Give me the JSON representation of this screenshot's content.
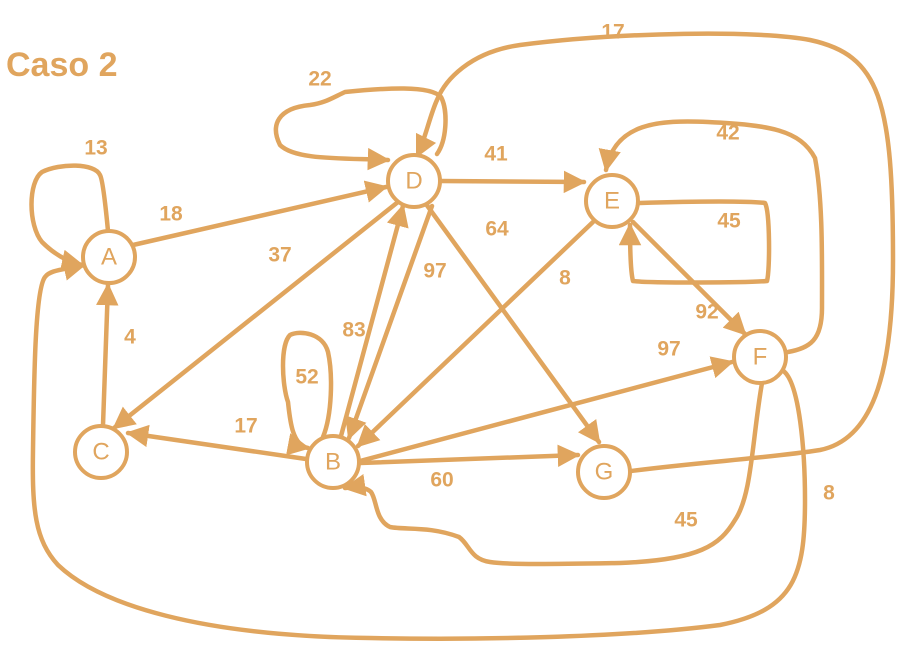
{
  "title": "Caso 2",
  "accent_color": "#e0a55e",
  "nodes": [
    {
      "id": "A",
      "label": "A"
    },
    {
      "id": "B",
      "label": "B"
    },
    {
      "id": "C",
      "label": "C"
    },
    {
      "id": "D",
      "label": "D"
    },
    {
      "id": "E",
      "label": "E"
    },
    {
      "id": "F",
      "label": "F"
    },
    {
      "id": "G",
      "label": "G"
    }
  ],
  "edges": [
    {
      "id": "A-A",
      "from": "A",
      "to": "A",
      "weight": "13"
    },
    {
      "id": "A-D",
      "from": "A",
      "to": "D",
      "weight": "18"
    },
    {
      "id": "C-A",
      "from": "C",
      "to": "A",
      "weight": "4"
    },
    {
      "id": "D-D",
      "from": "D",
      "to": "D",
      "weight": "22"
    },
    {
      "id": "D-C",
      "from": "D",
      "to": "C",
      "weight": "37"
    },
    {
      "id": "D-E",
      "from": "D",
      "to": "E",
      "weight": "41"
    },
    {
      "id": "D-G",
      "from": "D",
      "to": "G",
      "weight": "64"
    },
    {
      "id": "D-B",
      "from": "D",
      "to": "B",
      "weight": "97"
    },
    {
      "id": "B-D",
      "from": "B",
      "to": "D",
      "weight": "83"
    },
    {
      "id": "B-B",
      "from": "B",
      "to": "B",
      "weight": "52"
    },
    {
      "id": "B-C",
      "from": "B",
      "to": "C",
      "weight": "17"
    },
    {
      "id": "B-G",
      "from": "B",
      "to": "G",
      "weight": "60"
    },
    {
      "id": "B-F",
      "from": "B",
      "to": "F",
      "weight": "97"
    },
    {
      "id": "E-B",
      "from": "E",
      "to": "B",
      "weight": "8"
    },
    {
      "id": "E-E",
      "from": "E",
      "to": "E",
      "weight": "45"
    },
    {
      "id": "E-F",
      "from": "E",
      "to": "F",
      "weight": "92"
    },
    {
      "id": "F-E",
      "from": "F",
      "to": "E",
      "weight": "42"
    },
    {
      "id": "F-B",
      "from": "F",
      "to": "B",
      "weight": "45"
    },
    {
      "id": "F-A",
      "from": "F",
      "to": "A",
      "weight": "8"
    },
    {
      "id": "G-D",
      "from": "G",
      "to": "D",
      "weight": "17"
    }
  ]
}
